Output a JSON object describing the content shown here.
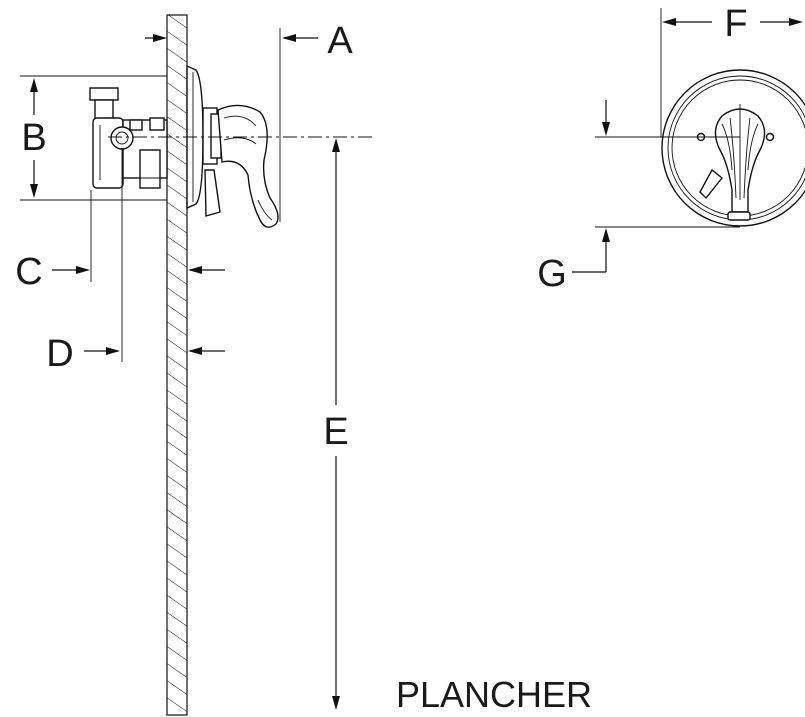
{
  "dimensions": {
    "a": "A",
    "b": "B",
    "c": "C",
    "d": "D",
    "e": "E",
    "f": "F",
    "g": "G"
  },
  "floor_label": "PLANCHER",
  "colors": {
    "line": "#111111",
    "background": "#ffffff"
  }
}
